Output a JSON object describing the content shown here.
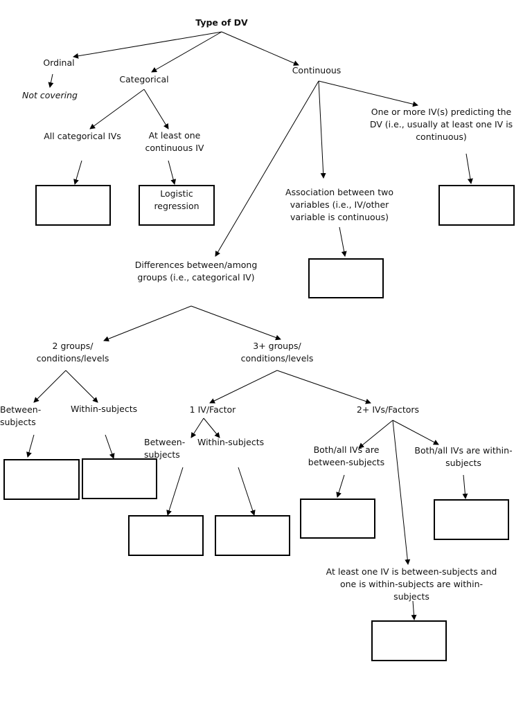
{
  "title": "Type of DV",
  "nodes": {
    "ordinal": "Ordinal",
    "not_covering": "Not covering",
    "categorical": "Categorical",
    "continuous": "Continuous",
    "all_categorical": "All categorical IVs",
    "at_least_one_continuous": "At least one\ncontinuous IV",
    "logistic": "Logistic\nregression",
    "association": "Association between two\nvariables (i.e., IV/other\nvariable is continuous)",
    "predicting": "One or more IV(s) predicting the\nDV (i.e., usually at least one IV is\ncontinuous)",
    "differences": "Differences between/among\ngroups (i.e., categorical IV)",
    "two_groups": "2 groups/\nconditions/levels",
    "three_groups": "3+ groups/\nconditions/levels",
    "between_a": "Between-subjects",
    "within_a": "Within-subjects",
    "one_iv": "1 IV/Factor",
    "two_ivs": "2+ IVs/Factors",
    "between_b": "Between-subjects",
    "within_b": "Within-subjects",
    "both_between": "Both/all IVs are\nbetween-subjects",
    "all_within": "Both/all IVs are within-\nsubjects",
    "mixed": "At least one IV is between-subjects and\none is within-subjects are within-\nsubjects"
  }
}
